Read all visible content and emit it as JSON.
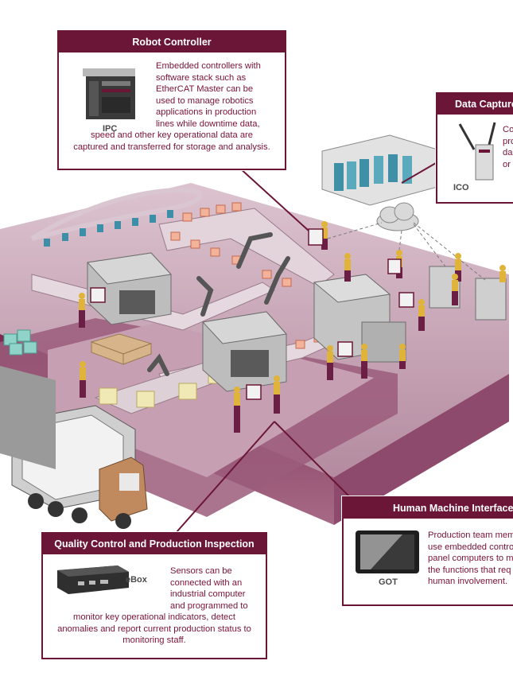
{
  "callouts": {
    "robot_controller": {
      "title": "Robot Controller",
      "device_label": "IPC",
      "text_lines": [
        "Embedded controllers with",
        "software stack such as",
        "EtherCAT Master can be",
        "used to manage robotics",
        "applications in production",
        "lines while downtime data,",
        "speed and other key operational data are",
        "captured and transferred for storage and analysis."
      ]
    },
    "data_capture": {
      "title": "Data Capture",
      "device_label": "ICO",
      "text_lines": [
        "Co",
        "pro",
        "da",
        "or"
      ]
    },
    "hmi": {
      "title": "Human Machine Interface",
      "device_label": "GOT",
      "text_lines": [
        "Production team mem",
        "use embedded contro",
        "panel computers to m",
        "the functions that req",
        "human involvement."
      ]
    },
    "quality": {
      "title": "Quality Control and Production Inspection",
      "device_label": "eBox",
      "text_lines": [
        "Sensors can be",
        "connected with an",
        "industrial computer",
        "and programmed to",
        "monitor key operational indicators, detect",
        "anomalies and report current production status to",
        "monitoring staff."
      ]
    }
  },
  "colors": {
    "brand": "#6b1636",
    "text": "#7a1236",
    "floor": "#c9a9b9",
    "worker_shirt": "#e0b43a",
    "worker_pants": "#6b1f45"
  }
}
